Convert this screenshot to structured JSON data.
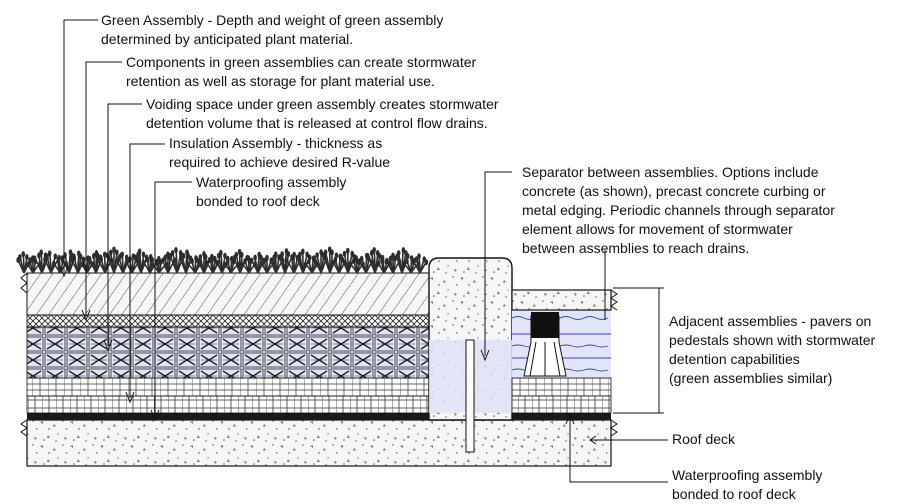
{
  "callouts": {
    "green_assembly": [
      "Green Assembly - Depth and weight of green assembly",
      "determined by anticipated plant material."
    ],
    "components": [
      "Components in green assemblies can create stormwater",
      "retention as well as storage for plant material use."
    ],
    "voiding_space": [
      "Voiding space under green assembly creates stormwater",
      "detention volume that is released at control flow drains."
    ],
    "insulation": [
      "Insulation Assembly - thickness as",
      "required to achieve desired R-value"
    ],
    "waterproofing_top": [
      "Waterproofing assembly",
      "bonded to roof deck"
    ],
    "separator": [
      "Separator between assemblies.  Options include",
      "concrete (as shown), precast concrete curbing or",
      "metal edging.  Periodic channels through separator",
      "element allows for movement of stormwater",
      "between assemblies to reach drains."
    ],
    "adjacent": [
      "Adjacent assemblies - pavers on",
      "pedestals shown with stormwater",
      "detention capabilities",
      "(green assemblies similar)"
    ],
    "roof_deck": [
      "Roof deck"
    ],
    "waterproofing_bottom": [
      "Waterproofing assembly",
      "bonded to roof deck"
    ]
  },
  "colors": {
    "line": "#111111",
    "water": "#dde1f6",
    "water_line": "#3a46a8",
    "concrete": "#f4f4f4",
    "plant": "#2d2d2d"
  }
}
